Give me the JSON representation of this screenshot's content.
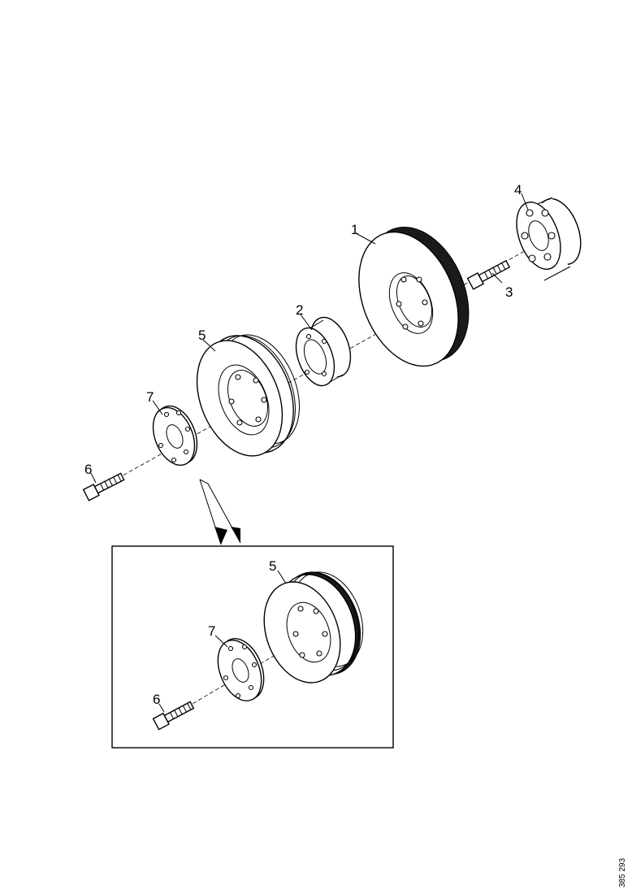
{
  "diagram": {
    "callouts": {
      "c1": "1",
      "c2": "2",
      "c3": "3",
      "c4": "4",
      "c5_main": "5",
      "c6_main": "6",
      "c7_main": "7",
      "c5_inset": "5",
      "c6_inset": "6",
      "c7_inset": "7"
    },
    "reference_code": "385 293"
  }
}
